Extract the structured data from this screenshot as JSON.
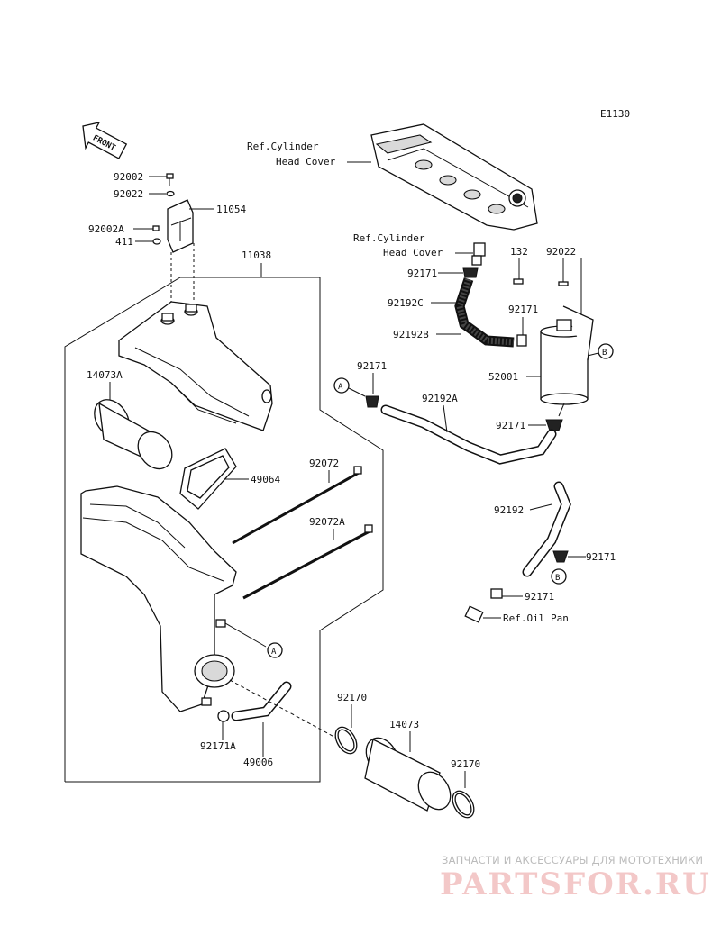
{
  "diagram_code": "E1130",
  "front_label": "FRONT",
  "refs": {
    "cyl_head_cover_1_line1": "Ref.Cylinder",
    "cyl_head_cover_1_line2": "Head Cover",
    "cyl_head_cover_2_line1": "Ref.Cylinder",
    "cyl_head_cover_2_line2": "Head Cover",
    "oil_pan": "Ref.Oil Pan"
  },
  "circle_markers": {
    "a": "A",
    "b": "B"
  },
  "parts": {
    "p92002": "92002",
    "p92022_left": "92022",
    "p92002A": "92002A",
    "p411": "411",
    "p11054": "11054",
    "p11038": "11038",
    "p14073A": "14073A",
    "p49064": "49064",
    "p92072": "92072",
    "p92072A": "92072A",
    "p92171_top": "92171",
    "p92192C": "92192C",
    "p92192B": "92192B",
    "p132": "132",
    "p92022_right": "92022",
    "p92171_right": "92171",
    "p52001": "52001",
    "p92171_mid": "92171",
    "p92192A": "92192A",
    "p92171_can": "92171",
    "p92192": "92192",
    "p92171_lower": "92171",
    "p92171_oilpan": "92171",
    "p92171A": "92171A",
    "p49006": "49006",
    "p92170_left": "92170",
    "p14073": "14073",
    "p92170_right": "92170"
  },
  "watermark": {
    "tagline": "ЗАПЧАСТИ И АКСЕССУАРЫ ДЛЯ МОТОТЕХНИКИ",
    "logo": "PARTSFOR.RU"
  }
}
